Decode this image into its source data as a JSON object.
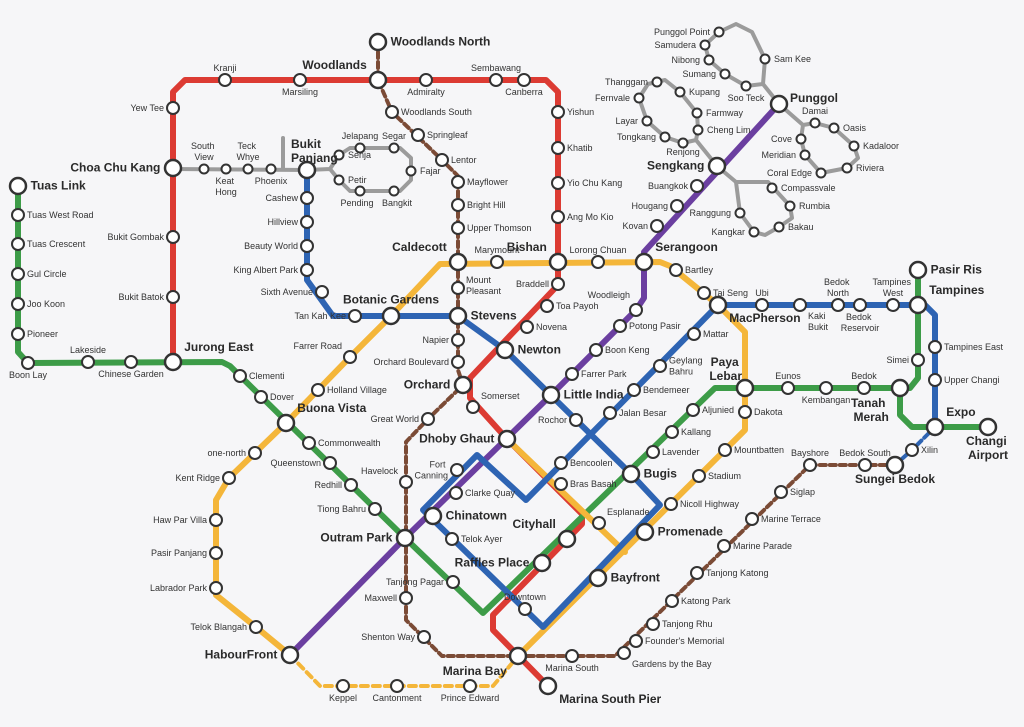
{
  "line_colors": {
    "north_south": "#dc3b33",
    "east_west": "#3d9c48",
    "north_east": "#6b3fa0",
    "circle": "#f4b63a",
    "downtown": "#2e64b3",
    "thomson_east_coast": "#7b4b36",
    "lrt": "#9b9b9b"
  },
  "stations": [
    "Jurong East",
    "Bukit Batok",
    "Bukit Gombak",
    "Choa Chu Kang",
    "Yew Tee",
    "Kranji",
    "Marsiling",
    "Woodlands",
    "Admiralty",
    "Sembawang",
    "Canberra",
    "Yishun",
    "Khatib",
    "Yio Chu Kang",
    "Ang Mo Kio",
    "Bishan",
    "Braddell",
    "Toa Payoh",
    "Novena",
    "Newton",
    "Orchard",
    "Somerset",
    "Dhoby Ghaut",
    "Cityhall",
    "Raffles Place",
    "Marina Bay",
    "Marina South Pier",
    "Tuas Link",
    "Tuas West Road",
    "Tuas Crescent",
    "Gul Circle",
    "Joo Koon",
    "Pioneer",
    "Boon Lay",
    "Lakeside",
    "Chinese Garden",
    "Clementi",
    "Dover",
    "Buona Vista",
    "Commonwealth",
    "Queenstown",
    "Redhill",
    "Tiong Bahru",
    "Outram Park",
    "Tanjong Pagar",
    "Bugis",
    "Lavender",
    "Kallang",
    "Aljunied",
    "Paya Lebar",
    "Eunos",
    "Kembangan",
    "Bedok",
    "Tanah Merah",
    "Simei",
    "Tampines",
    "Pasir Ris",
    "Expo",
    "Changi Airport",
    "HabourFront",
    "Chinatown",
    "Clarke Quay",
    "Little India",
    "Farrer Park",
    "Boon Keng",
    "Potong Pasir",
    "Woodleigh",
    "Serangoon",
    "Kovan",
    "Hougang",
    "Buangkok",
    "Sengkang",
    "Punggol",
    "Telok Blangah",
    "Labrador Park",
    "Pasir Panjang",
    "Haw Par Villa",
    "Kent Ridge",
    "one-north",
    "Holland Village",
    "Farrer Road",
    "Botanic Gardens",
    "Caldecott",
    "Marymount",
    "Lorong Chuan",
    "Bartley",
    "Tai Seng",
    "MacPherson",
    "Dakota",
    "Mountbatten",
    "Stadium",
    "Nicoll Highway",
    "Promenade",
    "Esplanade",
    "Bras Basah",
    "Bayfront",
    "Keppel",
    "Cantonment",
    "Prince Edward",
    "Bukit Panjang",
    "Cashew",
    "Hillview",
    "Beauty World",
    "King Albert Park",
    "Sixth Avenue",
    "Tan Kah Kee",
    "Stevens",
    "Rochor",
    "Downtown",
    "Telok Ayer",
    "Fort Canning",
    "Bencoolen",
    "Jalan Besar",
    "Bendemeer",
    "Geylang Bahru",
    "Mattar",
    "Ubi",
    "Kaki Bukit",
    "Bedok North",
    "Bedok Reservoir",
    "Tampines West",
    "Tampines East",
    "Upper Changi",
    "Woodlands North",
    "Woodlands South",
    "Springleaf",
    "Lentor",
    "Mayflower",
    "Bright Hill",
    "Upper Thomson",
    "Mount Pleasant",
    "Napier",
    "Orchard Boulevard",
    "Great World",
    "Havelock",
    "Maxwell",
    "Shenton Way",
    "Marina South",
    "Gardens by the Bay",
    "Founder's Memorial",
    "Tanjong Rhu",
    "Katong Park",
    "Tanjong Katong",
    "Marine Parade",
    "Marine Terrace",
    "Siglap",
    "Bayshore",
    "Bedok South",
    "Sungei Bedok",
    "Xilin",
    "South View",
    "Keat Hong",
    "Teck Whye",
    "Phoenix",
    "Senja",
    "Jelapang",
    "Segar",
    "Fajar",
    "Bangkit",
    "Pending",
    "Petir",
    "Punggol Point",
    "Samudera",
    "Nibong",
    "Sumang",
    "Soo Teck",
    "Sam Kee",
    "Damai",
    "Oasis",
    "Kadaloor",
    "Riviera",
    "Coral Edge",
    "Meridian",
    "Cove",
    "Thanggam",
    "Kupang",
    "Farmway",
    "Cheng Lim",
    "Renjong",
    "Tongkang",
    "Layar",
    "Fernvale",
    "Compassvale",
    "Rumbia",
    "Bakau",
    "Kangkar",
    "Ranggung"
  ]
}
